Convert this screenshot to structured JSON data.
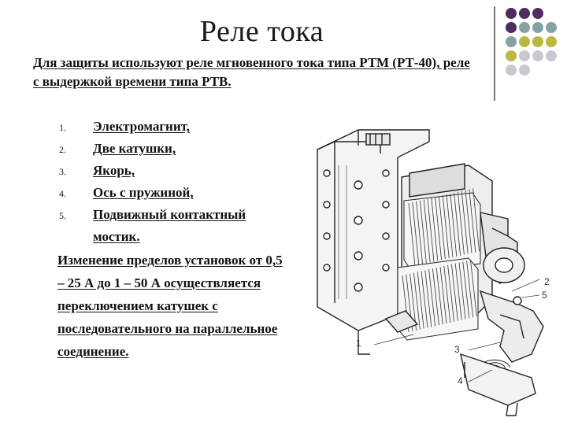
{
  "slide": {
    "title": "Реле тока",
    "intro": "Для защиты используют реле мгновенного тока типа РТМ (РТ-40),  реле с выдержкой времени типа РТВ.",
    "list": [
      {
        "num": "1.",
        "text": "Электромагнит,"
      },
      {
        "num": "2.",
        "text": "Две катушки,"
      },
      {
        "num": "3.",
        "text": "Якорь,"
      },
      {
        "num": "4.",
        "text": "Ось с пружиной,"
      },
      {
        "num": "5.",
        "text": "Подвижный контактный мостик."
      }
    ],
    "paragraph": "Изменение пределов установок от 0,5 – 25 А до 1 – 50 А осуществляется переключением катушек с последовательного на параллельное соединение.",
    "callouts": [
      "1",
      "2",
      "3",
      "4",
      "5"
    ]
  },
  "colors": {
    "dot_purple": "#4f2d5f",
    "dot_teal": "#86a3a3",
    "dot_olive": "#b9b941",
    "dot_gray": "#c8c8d0"
  },
  "icons": [
    "decorative-dots"
  ]
}
